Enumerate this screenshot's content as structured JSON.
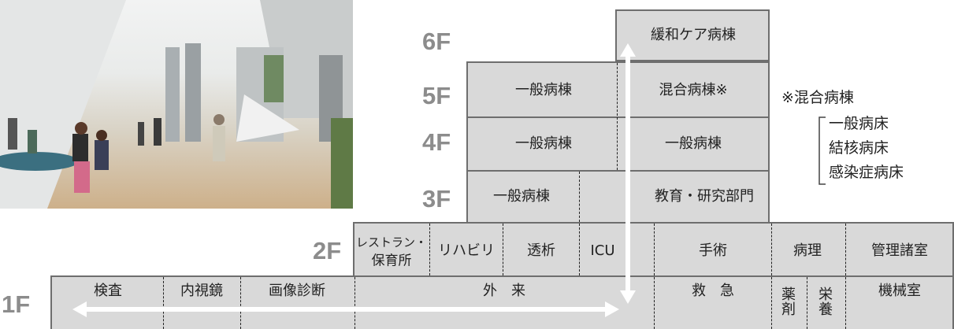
{
  "floors": {
    "f1": "1F",
    "f2": "2F",
    "f3": "3F",
    "f4": "4F",
    "f5": "5F",
    "f6": "6F"
  },
  "rooms": {
    "f6_palliative": "緩和ケア病棟",
    "f5_general": "一般病棟",
    "f5_mixed": "混合病棟※",
    "f4_general_left": "一般病棟",
    "f4_general_right": "一般病棟",
    "f3_general": "一般病棟",
    "f3_education": "教育・研究部門",
    "f2_restaurant_line1": "レストラン・",
    "f2_restaurant_line2": "保育所",
    "f2_rehab": "リハビリ",
    "f2_dialysis": "透析",
    "f2_icu": "ICU",
    "f2_surgery": "手術",
    "f2_pathology": "病理",
    "f2_admin": "管理諸室",
    "f1_exam": "検査",
    "f1_endoscopy": "内視鏡",
    "f1_imaging": "画像診断",
    "f1_outpatient": "外　来",
    "f1_emergency": "救　急",
    "f1_pharmacy": "薬\n剤",
    "f1_nutrition": "栄\n養",
    "f1_machine": "機械室"
  },
  "legend": {
    "title": "※混合病棟",
    "items": [
      "一般病床",
      "結核病床",
      "感染症病床"
    ]
  },
  "colors": {
    "box_fill": "#d9d9d9",
    "border": "#6e6e6e",
    "floor_label": "#8c8c8c"
  }
}
